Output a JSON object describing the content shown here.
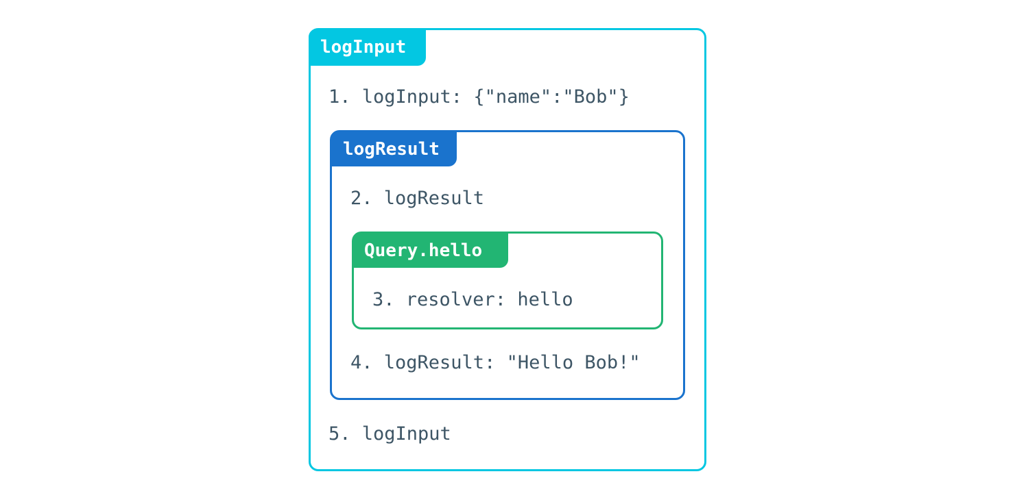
{
  "colors": {
    "outer_accent": "#03c7e2",
    "middle_accent": "#1a73cd",
    "inner_accent": "#22b573",
    "text": "#3d5565",
    "background": "#ffffff"
  },
  "trace": {
    "outer": {
      "label": "logInput",
      "lines": [
        {
          "text": "1. logInput: {\"name\":\"Bob\"}"
        },
        {
          "text": "5. logInput"
        }
      ]
    },
    "middle": {
      "label": "logResult",
      "lines": [
        {
          "text": "2. logResult"
        },
        {
          "text": "4. logResult: \"Hello Bob!\""
        }
      ]
    },
    "inner": {
      "label": "Query.hello",
      "lines": [
        {
          "text": "3. resolver: hello"
        }
      ]
    }
  }
}
